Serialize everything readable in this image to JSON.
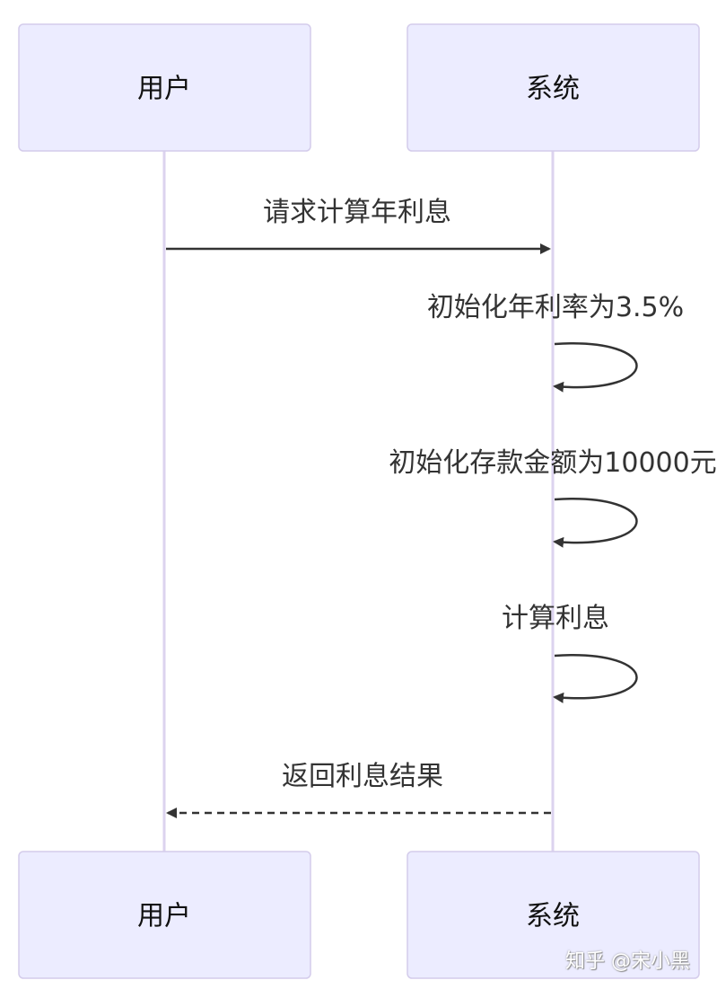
{
  "diagram_type": "sequence",
  "participants": [
    {
      "id": "user",
      "label": "用户"
    },
    {
      "id": "system",
      "label": "系统"
    }
  ],
  "messages": [
    {
      "from": "user",
      "to": "system",
      "text": "请求计算年利息",
      "style": "solid"
    },
    {
      "from": "system",
      "to": "system",
      "text": "初始化年利率为3.5%",
      "style": "solid"
    },
    {
      "from": "system",
      "to": "system",
      "text": "初始化存款金额为10000元",
      "style": "solid"
    },
    {
      "from": "system",
      "to": "system",
      "text": "计算利息",
      "style": "solid"
    },
    {
      "from": "system",
      "to": "user",
      "text": "返回利息结果",
      "style": "dashed"
    }
  ],
  "watermark": "知乎 @宋小黑",
  "colors": {
    "actor_fill": "#ececff",
    "actor_stroke": "#d4cceb",
    "lifeline": "#dcd3ef",
    "arrow": "#333333"
  }
}
